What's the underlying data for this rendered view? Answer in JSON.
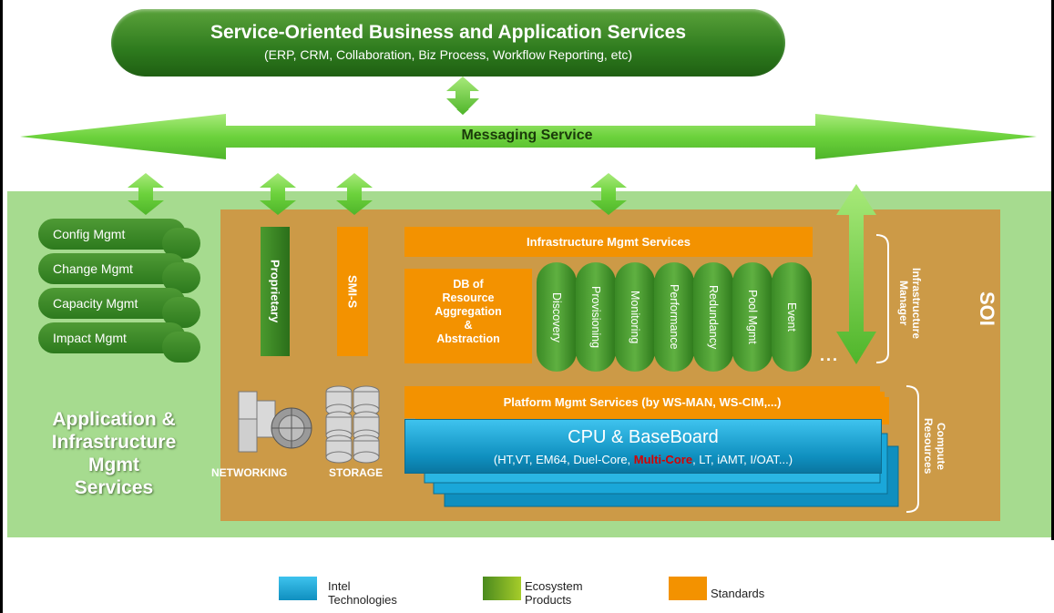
{
  "top": {
    "title": "Service-Oriented Business and Application Services",
    "subtitle": "(ERP, CRM, Collaboration, Biz Process, Workflow Reporting, etc)"
  },
  "messaging": {
    "label": "Messaging Service"
  },
  "mgmt_items": [
    "Config Mgmt",
    "Change Mgmt",
    "Capacity Mgmt",
    "Impact Mgmt"
  ],
  "app_label": [
    "Application &",
    "Infrastructure",
    "Mgmt",
    "Services"
  ],
  "proprietary": "Proprietary",
  "smis": "SMI-S",
  "infra_services": "Infrastructure Mgmt Services",
  "db_box": [
    "DB of",
    "Resource",
    "Aggregation",
    "&",
    "Abstraction"
  ],
  "services": [
    "Discovery",
    "Provisioning",
    "Monitoring",
    "Performance",
    "Redundancy",
    "Pool Mgmt",
    "Event"
  ],
  "dots": "...",
  "infra_manager": [
    "Infrastructure",
    "Manager"
  ],
  "soi": "SOI",
  "platform": "Platform Mgmt Services (by WS-MAN, WS-CIM,...)",
  "cpu": {
    "title": "CPU & BaseBoard",
    "sub_before": "(HT,VT, EM64, Duel-Core, ",
    "sub_highlight": "Multi-Core",
    "sub_after": ", LT, iAMT, I/OAT...)"
  },
  "compute_resources": [
    "Compute",
    "Resources"
  ],
  "networking": "NETWORKING",
  "storage": "STORAGE",
  "legend": [
    {
      "label_lines": [
        "Intel",
        "Technologies"
      ],
      "color": "#1aa7d9"
    },
    {
      "label_lines": [
        "Ecosystem",
        "Products"
      ],
      "color": "#6aa82a"
    },
    {
      "label_lines": [
        "Standards"
      ],
      "color": "#f39200"
    }
  ],
  "colors": {
    "green_dark": "#2e7b1e",
    "green_light": "#a6db8f",
    "arrow_green": "#7ed957",
    "tan": "#cc9a47",
    "orange": "#f39200",
    "blue": "#1aa7d9",
    "highlight_red": "#d40000"
  }
}
